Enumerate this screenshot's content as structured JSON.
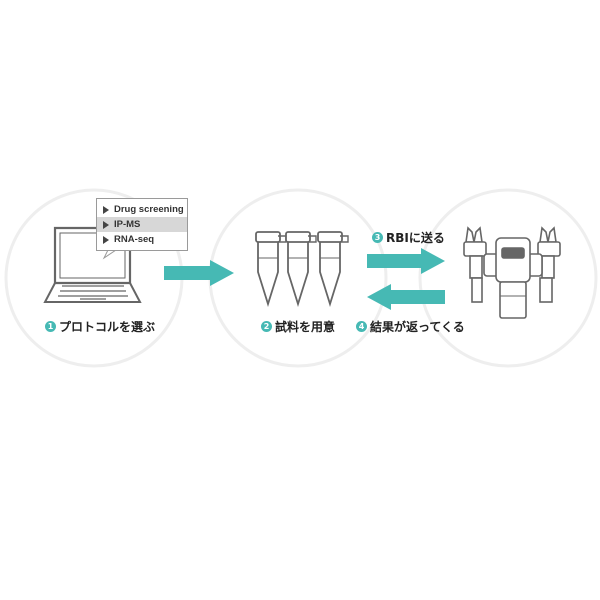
{
  "accent_color": "#46b9b4",
  "menu": {
    "items": [
      {
        "label": "Drug screening",
        "selected": false
      },
      {
        "label": "IP-MS",
        "selected": true
      },
      {
        "label": "RNA-seq",
        "selected": false
      }
    ]
  },
  "steps": [
    {
      "number": "1",
      "label": "プロトコルを選ぶ"
    },
    {
      "number": "2",
      "label": "試料を用意"
    },
    {
      "number": "3",
      "label": "RBIに送る"
    },
    {
      "number": "4",
      "label": "結果が返ってくる"
    }
  ],
  "icons": [
    "laptop-icon",
    "sample-tubes-icon",
    "robot-icon"
  ]
}
